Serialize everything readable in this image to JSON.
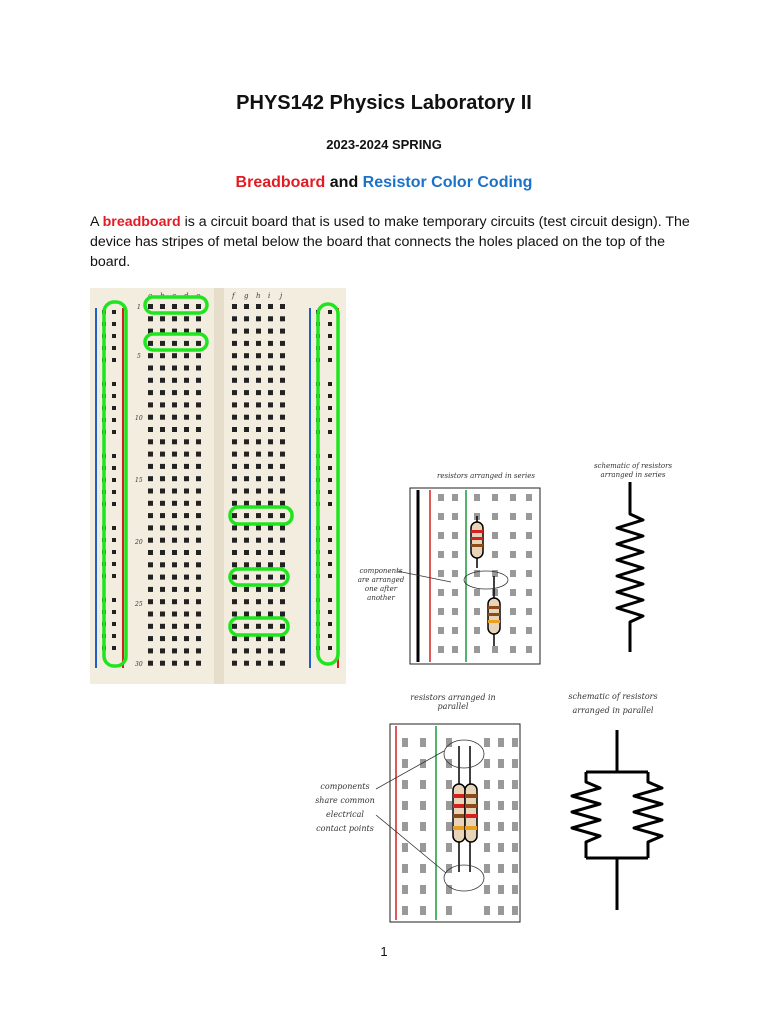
{
  "header": {
    "title": "PHYS142 Physics Laboratory II",
    "semester": "2023-2024 SPRING",
    "subtitle_part1": "Breadboard",
    "subtitle_and": " and ",
    "subtitle_part2": "Resistor Color Coding"
  },
  "intro": {
    "lead": "A ",
    "keyword": "breadboard",
    "text": " is a circuit board that is used to make temporary circuits (test circuit design). The device has stripes of metal below the board that connects the holes placed on the top of the board."
  },
  "breadboard": {
    "left_letters": [
      "a",
      "b",
      "c",
      "d",
      "e"
    ],
    "right_letters": [
      "f",
      "g",
      "h",
      "i",
      "j"
    ],
    "row_numbers": [
      "1",
      "5",
      "10",
      "15",
      "20",
      "25",
      "30"
    ],
    "colors": {
      "blue_rail": "#1e5fc9",
      "red_rail": "#d42020",
      "highlight": "#1ee51e",
      "board": "#f3ede0"
    }
  },
  "series": {
    "title": "resistors arranged in series",
    "annotation": "components are arranged one after another",
    "schematic_title": "schematic of resistors arranged in series"
  },
  "parallel": {
    "title": "resistors arranged in parallel",
    "annotation": "components share common electrical contact points",
    "schematic_title": "schematic of resistors arranged in parallel"
  },
  "footer": {
    "page_number": "1"
  }
}
